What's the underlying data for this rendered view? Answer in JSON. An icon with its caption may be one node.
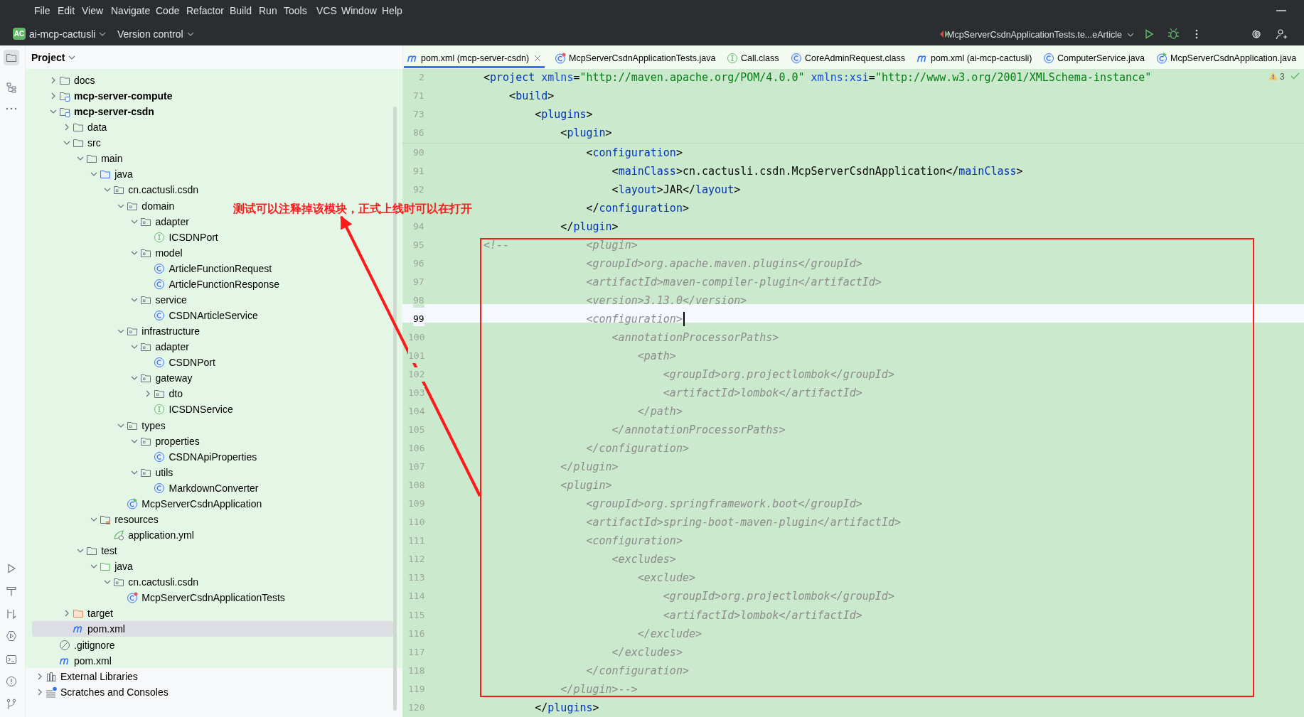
{
  "diagram": {
    "nodes": [
      {
        "text": [
          "测试可以注释掉该模块，正式上线时可以在打开"
        ]
      },
      {
        "text": [],
        "shape": "box"
      }
    ],
    "edges": [
      {
        "from": 1,
        "to": 0,
        "arrow": "to"
      }
    ],
    "labels": [
      "File",
      "Edit",
      "View",
      "Navigate",
      "Code",
      "Refactor",
      "Build",
      "Run",
      "Tools",
      "VCS",
      "Window",
      "Help",
      "AC",
      "ai-mcp-cactusli",
      "Version control",
      "McpServerCsdnApplicationTests.te...eArticle",
      "Project",
      "docs",
      "mcp-server-compute",
      "mcp-server-csdn",
      "data",
      "src",
      "main",
      "java",
      "cn.cactusli.csdn",
      "domain",
      "adapter",
      "ICSDNPort",
      "model",
      "ArticleFunctionRequest",
      "ArticleFunctionResponse",
      "service",
      "CSDNArticleService",
      "infrastructure",
      "adapter",
      "CSDNPort",
      "gateway",
      "dto",
      "ICSDNService",
      "types",
      "properties",
      "CSDNApiProperties",
      "utils",
      "MarkdownConverter",
      "McpServerCsdnApplication",
      "resources",
      "application.yml",
      "test",
      "java",
      "cn.cactusli.csdn",
      "McpServerCsdnApplicationTests",
      "target",
      "pom.xml",
      ".gitignore",
      "pom.xml",
      "External Libraries",
      "Scratches and Consoles",
      "pom.xml (mcp-server-csdn)",
      "McpServerCsdnApplicationTests.java",
      "Call.class",
      "CoreAdminRequest.class",
      "pom.xml (ai-mcp-cactusli)",
      "ComputerService.java",
      "McpServerCsdnApplication.java",
      "2",
      "<project xmlns=\"http://maven.apache.org/POM/4.0.0\" xmlns:xsi=\"http://www.w3.org/2001/XMLSchema-instance\"",
      "3",
      "71",
      "<build>",
      "73",
      "<plugins>",
      "86",
      "<plugin>",
      "90",
      "<configuration>",
      "91",
      "<mainClass>cn.cactusli.csdn.McpServerCsdnApplication</mainClass>",
      "92",
      "<layout>JAR</layout>",
      "</configuration>",
      "94",
      "</plugin>",
      "95",
      "<!--",
      "<plugin>",
      "96",
      "<groupId>org.apache.maven.plugins</groupId>",
      "97",
      "<artifactId>maven-compiler-plugin</artifactId>",
      "98",
      "<version>3.13.0</version>",
      "99",
      "<configuration>",
      "100",
      "<annotationProcessorPaths>",
      "101",
      "<path>",
      "102",
      "<groupId>org.projectlombok</groupId>",
      "103",
      "<artifactId>lombok</artifactId>",
      "104",
      "</path>",
      "105",
      "</annotationProcessorPaths>",
      "106",
      "</configuration>",
      "107",
      "</plugin>",
      "108",
      "<plugin>",
      "109",
      "<groupId>org.springframework.boot</groupId>",
      "110",
      "<artifactId>spring-boot-maven-plugin</artifactId>",
      "111",
      "<configuration>",
      "112",
      "<excludes>",
      "113",
      "<exclude>",
      "114",
      "<groupId>org.projectlombok</groupId>",
      "115",
      "<artifactId>lombok</artifactId>",
      "116",
      "</exclude>",
      "117",
      "</excludes>",
      "118",
      "</configuration>",
      "119",
      "</plugin>-->",
      "120",
      "</plugins>"
    ]
  }
}
